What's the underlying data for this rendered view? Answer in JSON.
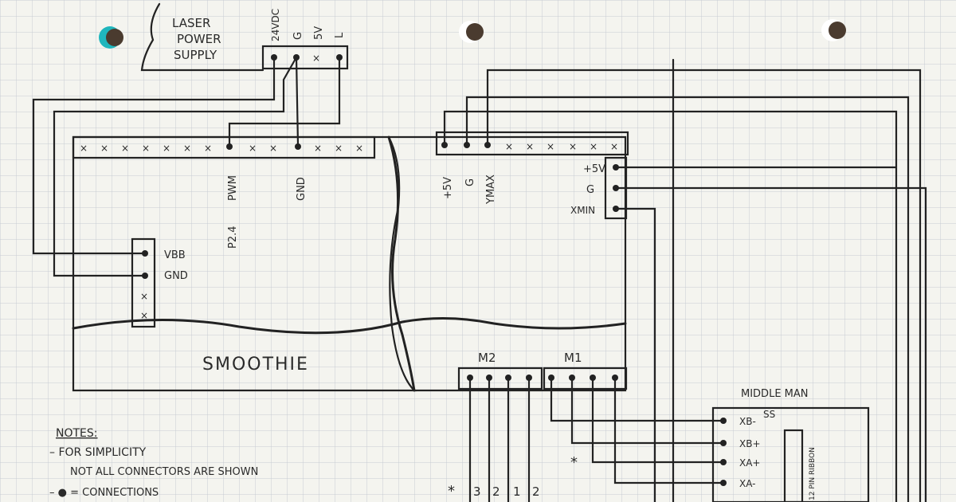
{
  "power_supply": {
    "title_line1": "LASER",
    "title_line2": "POWER",
    "title_line3": "SUPPLY",
    "pins": [
      "24VDC",
      "G",
      "5V",
      "L"
    ],
    "pin_marks": [
      "●",
      "●",
      "×",
      "●"
    ]
  },
  "smoothie": {
    "title": "SMOOTHIE",
    "top_header_marks": [
      "×",
      "×",
      "×",
      "×",
      "×",
      "×",
      "×",
      "●",
      "×",
      "×",
      "●",
      "×",
      "×",
      "×"
    ],
    "top_labels": [
      "PWM",
      "P2.4",
      "GND"
    ],
    "right_header_labels": [
      "+5V",
      "G",
      "YMAX"
    ],
    "right_header_marks": [
      "●",
      "●",
      "●",
      "×",
      "×",
      "×",
      "×",
      "×",
      "×"
    ],
    "right_side_labels": [
      "+5V",
      "G",
      "XMIN"
    ],
    "left_conn_labels": [
      "VBB",
      "GND"
    ],
    "left_conn_marks": [
      "●",
      "●",
      "×",
      "×"
    ],
    "motors": [
      "M2",
      "M1"
    ]
  },
  "middle_man": {
    "title": "MIDDLE MAN",
    "marker": "SS",
    "pins": [
      "XB-",
      "XB+",
      "XA+",
      "XA-"
    ],
    "ribbon_label": "12 PIN RIBBON"
  },
  "bottom_marks": {
    "star": "*",
    "m2_labels": [
      "3",
      "2",
      "1",
      "2"
    ]
  },
  "notes": {
    "title": "NOTES:",
    "line1": "– FOR SIMPLICITY",
    "line2": "NOT ALL CONNECTORS ARE SHOWN",
    "line3": "– ● = CONNECTIONS"
  }
}
